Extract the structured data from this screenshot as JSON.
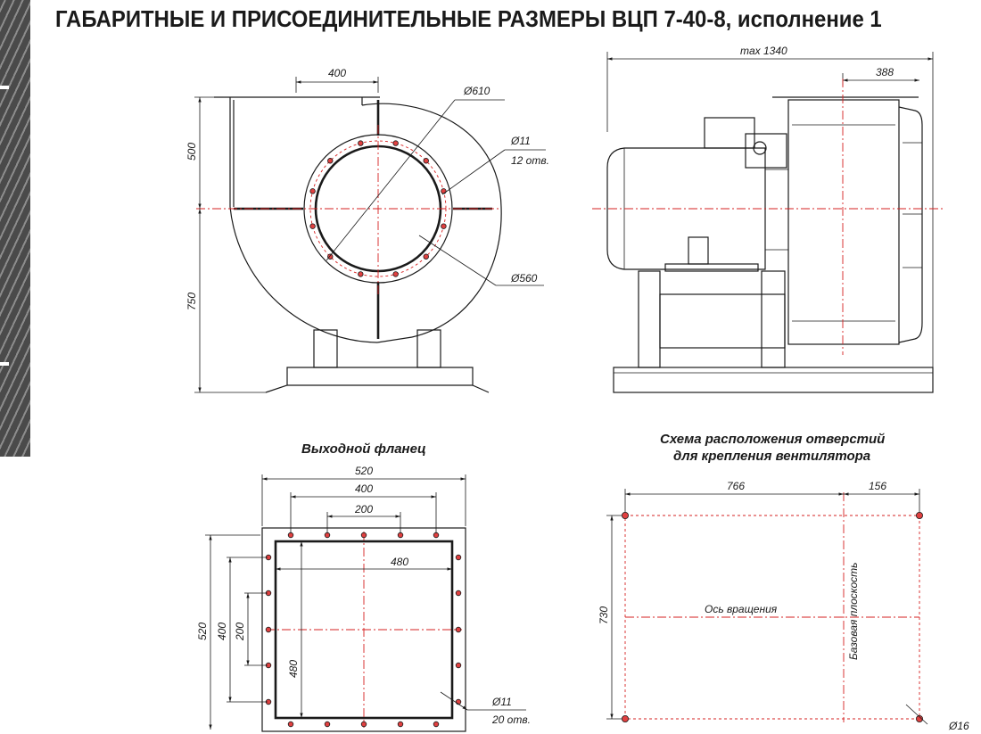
{
  "title": "ГАБАРИТНЫЕ И ПРИСОЕДИНИТЕЛЬНЫЕ РАЗМЕРЫ ВЦП 7-40-8, исполнение 1",
  "front_view": {
    "dim_width": "400",
    "dim_top_height": "500",
    "dim_bottom_height": "750",
    "dim_outer_diameter": "Ø610",
    "dim_inner_diameter": "Ø560",
    "dim_hole_diameter": "Ø11",
    "dim_hole_count": "12 отв."
  },
  "side_view": {
    "dim_max_length": "max 1340",
    "dim_offset": "388"
  },
  "outlet_flange": {
    "caption": "Выходной фланец",
    "dim_outer": "520",
    "dim_holes_outer": "400",
    "dim_holes_inner": "200",
    "dim_inner_width": "480",
    "dim_outer_vertical": "520",
    "dim_holes_outer_vertical": "400",
    "dim_holes_inner_vertical": "200",
    "dim_inner_vertical": "480",
    "dim_hole_diameter": "Ø11",
    "dim_hole_count": "20 отв."
  },
  "mounting_scheme": {
    "caption_line1": "Схема расположения отверстий",
    "caption_line2": "для крепления вентилятора",
    "dim_length": "766",
    "dim_offset": "156",
    "dim_height": "730",
    "label_axis": "Ось вращения",
    "label_base": "Базовая плоскость",
    "dim_hole_diameter": "Ø16"
  },
  "colors": {
    "axis_line": "#d62020",
    "hole_fill": "#e04040",
    "ink": "#1a1a1a"
  }
}
